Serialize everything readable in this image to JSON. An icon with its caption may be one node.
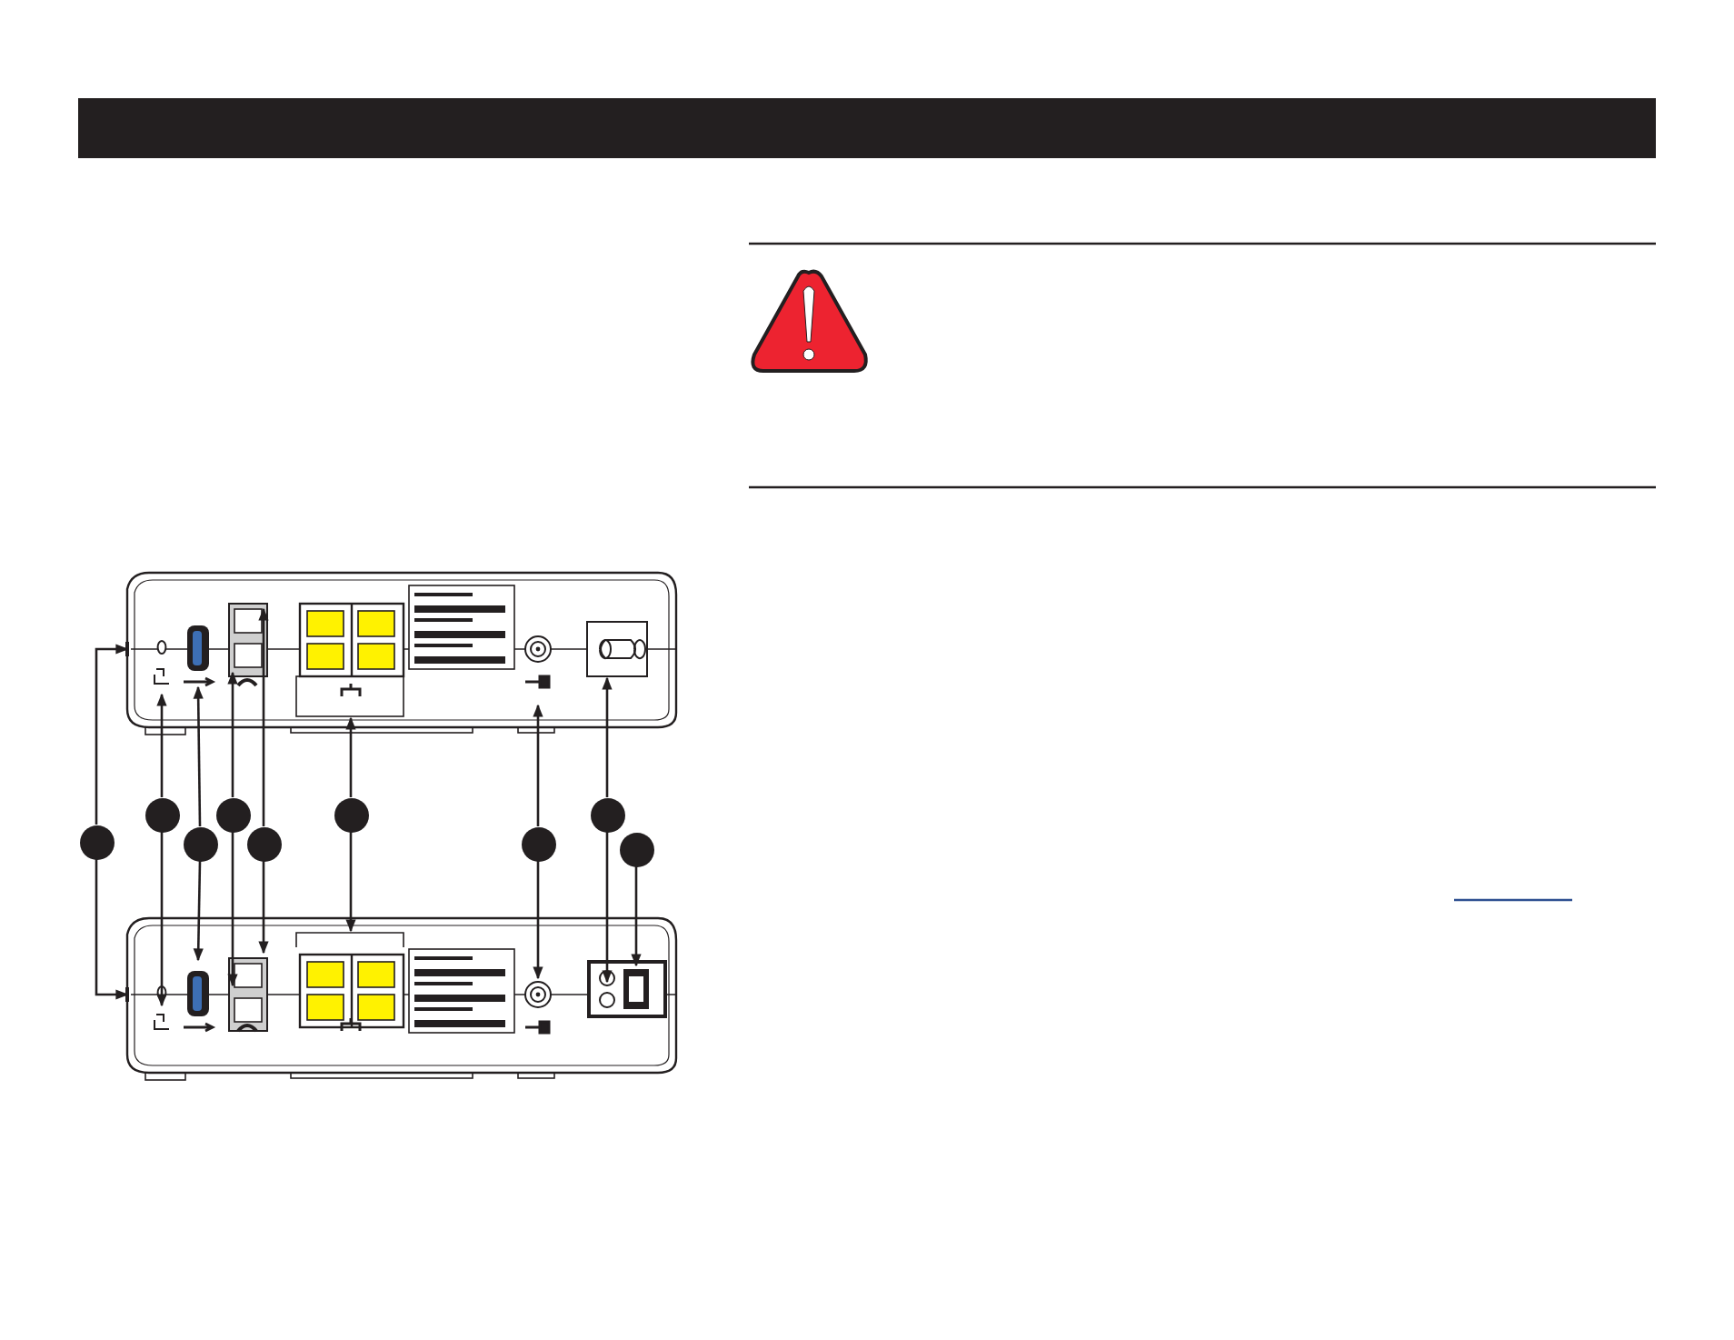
{
  "diagram": {
    "nodes": [
      {
        "text": [],
        "shape": "picture"
      },
      {
        "text": [],
        "shape": "circle"
      },
      {
        "text": [],
        "shape": "circle"
      },
      {
        "text": [],
        "shape": "circle"
      },
      {
        "text": [],
        "shape": "circle"
      },
      {
        "text": [],
        "shape": "circle"
      },
      {
        "text": [],
        "shape": "circle"
      },
      {
        "text": [],
        "shape": "circle"
      },
      {
        "text": [],
        "shape": "circle"
      },
      {
        "text": [],
        "shape": "circle"
      },
      {
        "text": [],
        "shape": "picture"
      }
    ],
    "edges": [
      {
        "from": 1,
        "to": 0,
        "arrow": "to"
      },
      {
        "from": 1,
        "to": 10,
        "arrow": "to"
      },
      {
        "from": 2,
        "to": 0,
        "arrow": "to"
      },
      {
        "from": 2,
        "to": 10,
        "arrow": "to"
      },
      {
        "from": 3,
        "to": 0,
        "arrow": "to"
      },
      {
        "from": 3,
        "to": 10,
        "arrow": "to"
      },
      {
        "from": 4,
        "to": 0,
        "arrow": "to"
      },
      {
        "from": 4,
        "to": 10,
        "arrow": "to"
      },
      {
        "from": 5,
        "to": 0,
        "arrow": "to"
      },
      {
        "from": 5,
        "to": 10,
        "arrow": "to"
      },
      {
        "from": 6,
        "to": 0,
        "arrow": "to"
      },
      {
        "from": 6,
        "to": 10,
        "arrow": "to"
      },
      {
        "from": 7,
        "to": 0,
        "arrow": "to"
      },
      {
        "from": 7,
        "to": 10,
        "arrow": "to"
      },
      {
        "from": 8,
        "to": 0,
        "arrow": "to"
      },
      {
        "from": 8,
        "to": 10,
        "arrow": "to"
      },
      {
        "from": 9,
        "to": 10,
        "arrow": "to"
      }
    ]
  }
}
